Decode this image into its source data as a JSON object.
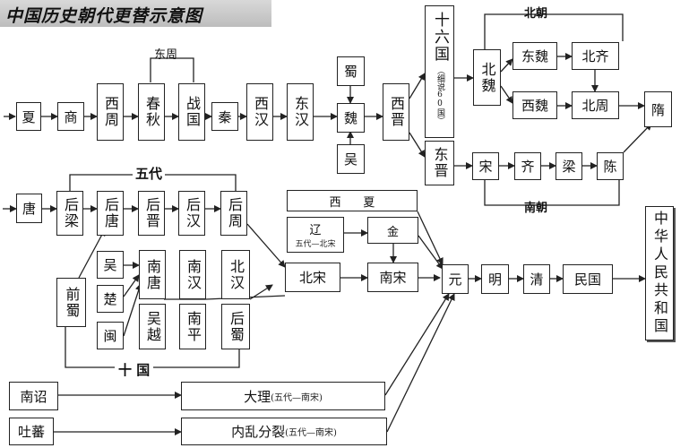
{
  "title": "中国历史朝代更替示意图",
  "labels": {
    "dongzhou": "东周",
    "beichao": "北朝",
    "nanchao": "南朝",
    "wudai": "五代",
    "shiguo": "十   国"
  },
  "boxes": {
    "xia": "夏",
    "shang": "商",
    "xizhou": "西周",
    "chunqiu": "春秋",
    "zhanguo": "战国",
    "qin": "秦",
    "xihan": "西汉",
    "donghan": "东汉",
    "shu": "蜀",
    "wei": "魏",
    "wu": "吴",
    "xijin": "西晋",
    "shiliuguo": "十六国",
    "shiliuguo_note": "（细说60国）",
    "dongjin": "东晋",
    "beiwei": "北魏",
    "dongwei": "东魏",
    "beiqi": "北齐",
    "xiwei": "西魏",
    "beizhou": "北周",
    "sui": "隋",
    "song": "宋",
    "qi": "齐",
    "liang": "梁",
    "chen": "陈",
    "tang": "唐",
    "houliang": "后梁",
    "houtang": "后唐",
    "houjin": "后晋",
    "houhan": "后汉",
    "houzhou": "后周",
    "qianshu": "前蜀",
    "wu2": "吴",
    "chu": "楚",
    "min": "闽",
    "nantang": "南唐",
    "nanhan": "南汉",
    "beihan": "北汉",
    "wuyue": "吴越",
    "nanping": "南平",
    "houshu": "后蜀",
    "xixia": "西      夏",
    "liao": "辽",
    "liao_note": "五代—北宋",
    "jin": "金",
    "beisong": "北宋",
    "nansong": "南宋",
    "yuan": "元",
    "ming": "明",
    "qing": "清",
    "minguo": "民国",
    "prc": "中华人民共和国",
    "nanzhao": "南诏",
    "tubo": "吐蕃",
    "dali": "大理",
    "dali_note": "(五代—南宋)",
    "neiluan": "内乱分裂",
    "neiluan_note": "(五代—南宋)"
  }
}
